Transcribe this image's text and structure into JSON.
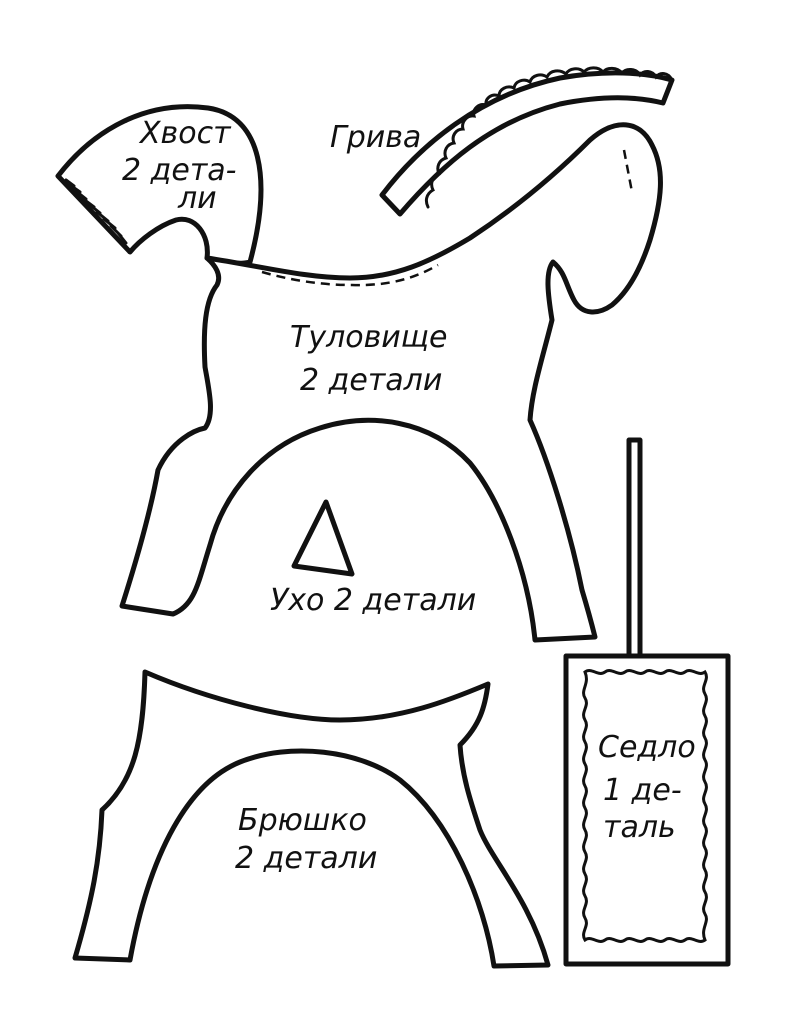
{
  "pattern": {
    "tail": {
      "line1": "Хвост",
      "line2": "2 дета-",
      "line3": "ли"
    },
    "mane": {
      "label": "Грива"
    },
    "body": {
      "line1": "Туловище",
      "line2": "2 детали"
    },
    "ear": {
      "label": "Ухо 2 детали"
    },
    "belly": {
      "line1": "Брюшко",
      "line2": "2 детали"
    },
    "saddle": {
      "line1": "Седло",
      "line2": "1 де-",
      "line3": "таль"
    }
  },
  "colors": {
    "ink": "#111111",
    "paper": "#ffffff"
  }
}
